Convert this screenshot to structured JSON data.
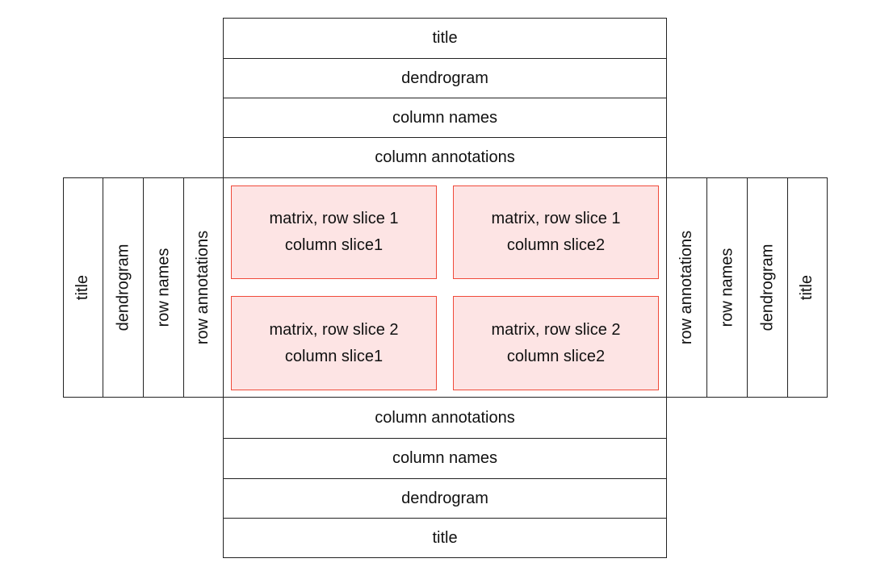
{
  "top": [
    "title",
    "dendrogram",
    "column names",
    "column annotations"
  ],
  "bottom": [
    "column annotations",
    "column names",
    "dendrogram",
    "title"
  ],
  "left": [
    "title",
    "dendrogram",
    "row names",
    "row annotations"
  ],
  "right": [
    "row annotations",
    "row names",
    "dendrogram",
    "title"
  ],
  "cells": [
    {
      "line1": "matrix, row slice 1",
      "line2": "column slice1"
    },
    {
      "line1": "matrix, row slice 1",
      "line2": "column slice2"
    },
    {
      "line1": "matrix, row slice 2",
      "line2": "column slice1"
    },
    {
      "line1": "matrix, row slice 2",
      "line2": "column slice2"
    }
  ],
  "colors": {
    "cell_fill": "#fde4e4",
    "cell_border": "#f04a3a"
  }
}
